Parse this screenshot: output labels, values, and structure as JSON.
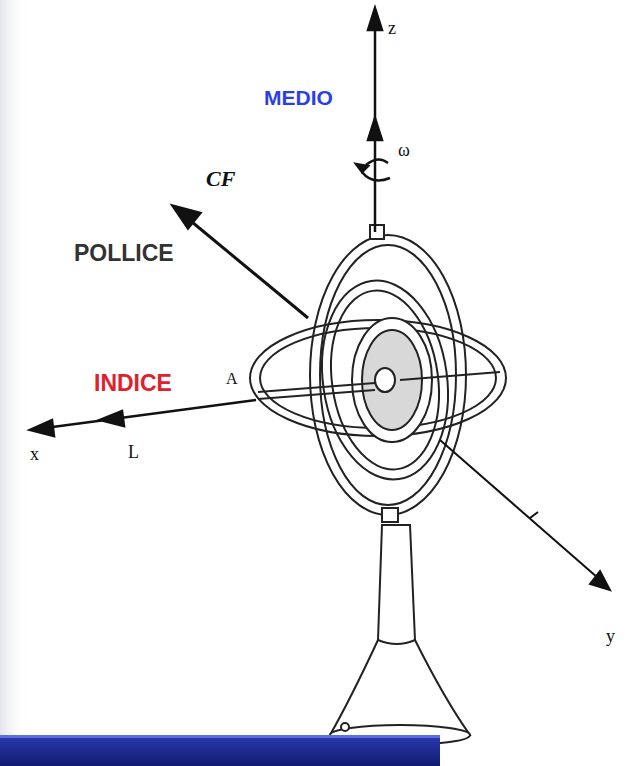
{
  "diagram": {
    "labels": [
      "z",
      "MEDIO",
      "ω",
      "CF",
      "POLLICE",
      "INDICE",
      "A",
      "x",
      "L",
      "y"
    ]
  }
}
